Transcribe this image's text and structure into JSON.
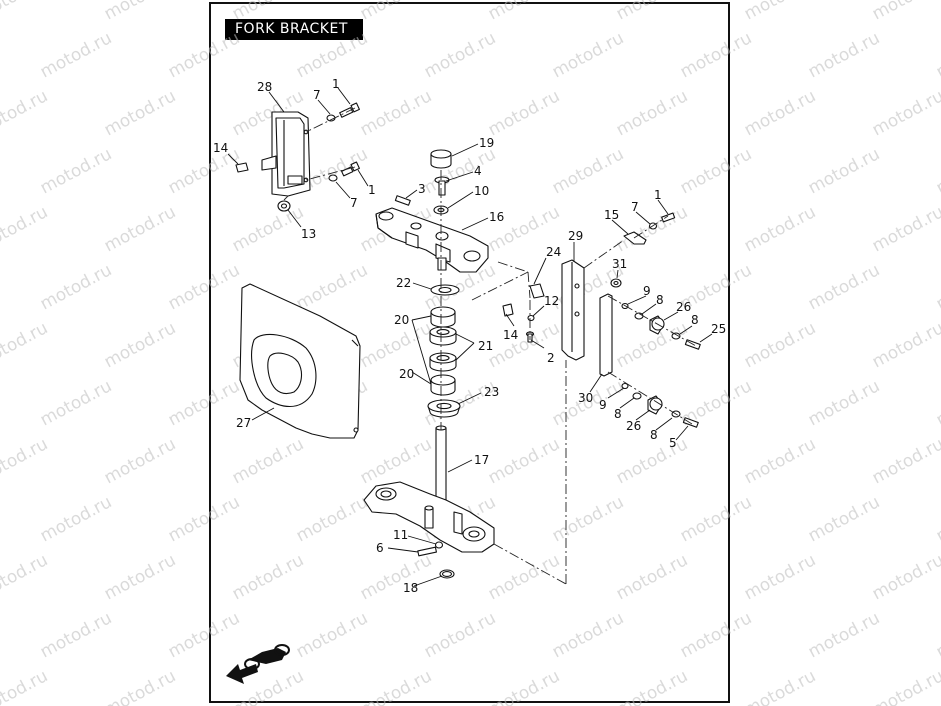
{
  "title": "FORK BRACKET",
  "watermark": "motod.ru",
  "callouts": [
    {
      "id": "c28a",
      "text": "28"
    },
    {
      "id": "c7a",
      "text": "7"
    },
    {
      "id": "c1a",
      "text": "1"
    },
    {
      "id": "c14a",
      "text": "14"
    },
    {
      "id": "c1b",
      "text": "1"
    },
    {
      "id": "c7b",
      "text": "7"
    },
    {
      "id": "c13",
      "text": "13"
    },
    {
      "id": "c19",
      "text": "19"
    },
    {
      "id": "c4",
      "text": "4"
    },
    {
      "id": "c3",
      "text": "3"
    },
    {
      "id": "c10",
      "text": "10"
    },
    {
      "id": "c16",
      "text": "16"
    },
    {
      "id": "c1c",
      "text": "1"
    },
    {
      "id": "c15",
      "text": "15"
    },
    {
      "id": "c7c",
      "text": "7"
    },
    {
      "id": "c29",
      "text": "29"
    },
    {
      "id": "c24",
      "text": "24"
    },
    {
      "id": "c31",
      "text": "31"
    },
    {
      "id": "c22",
      "text": "22"
    },
    {
      "id": "c9a",
      "text": "9"
    },
    {
      "id": "c8a",
      "text": "8"
    },
    {
      "id": "c12",
      "text": "12"
    },
    {
      "id": "c26a",
      "text": "26"
    },
    {
      "id": "c8b",
      "text": "8"
    },
    {
      "id": "c25",
      "text": "25"
    },
    {
      "id": "c20a",
      "text": "20"
    },
    {
      "id": "c14b",
      "text": "14"
    },
    {
      "id": "c21",
      "text": "21"
    },
    {
      "id": "c2",
      "text": "2"
    },
    {
      "id": "c20b",
      "text": "20"
    },
    {
      "id": "c23",
      "text": "23"
    },
    {
      "id": "c30",
      "text": "30"
    },
    {
      "id": "c9b",
      "text": "9"
    },
    {
      "id": "c8c",
      "text": "8"
    },
    {
      "id": "c27",
      "text": "27"
    },
    {
      "id": "c26b",
      "text": "26"
    },
    {
      "id": "c8d",
      "text": "8"
    },
    {
      "id": "c5",
      "text": "5"
    },
    {
      "id": "c17",
      "text": "17"
    },
    {
      "id": "c11",
      "text": "11"
    },
    {
      "id": "c6",
      "text": "6"
    },
    {
      "id": "c18",
      "text": "18"
    }
  ]
}
